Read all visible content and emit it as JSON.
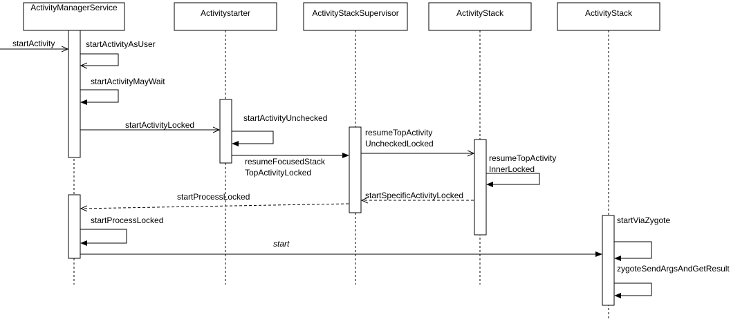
{
  "participants": [
    {
      "label": "ActivityManagerService"
    },
    {
      "label": "Activitystarter"
    },
    {
      "label": "ActivityStackSupervisor"
    },
    {
      "label": "ActivityStack"
    },
    {
      "label": "ActivityStack"
    }
  ],
  "messages": {
    "start_activity": "startActivity",
    "start_activity_as_user": "startActivityAsUser",
    "start_activity_may_wait": "startActivityMayWait",
    "start_activity_locked": "startActivityLocked",
    "start_activity_unchecked": "startActivityUnchecked",
    "resume_focused_stack_1": "resumeFocusedStack",
    "resume_focused_stack_2": "TopActivityLocked",
    "resume_top_unchecked_1": "resumeTopActivity",
    "resume_top_unchecked_2": "UncheckedLocked",
    "resume_top_inner_1": "resumeTopActivity",
    "resume_top_inner_2": "InnerLocked",
    "start_specific_activity_locked": "startSpecificActivityLocked",
    "start_process_locked_return": "startProcessLocked",
    "start_process_locked_self": "startProcessLocked",
    "start": "start",
    "start_via_zygote": "startViaZygote",
    "zygote_send_args": "zygoteSendArgsAndGetResult"
  }
}
